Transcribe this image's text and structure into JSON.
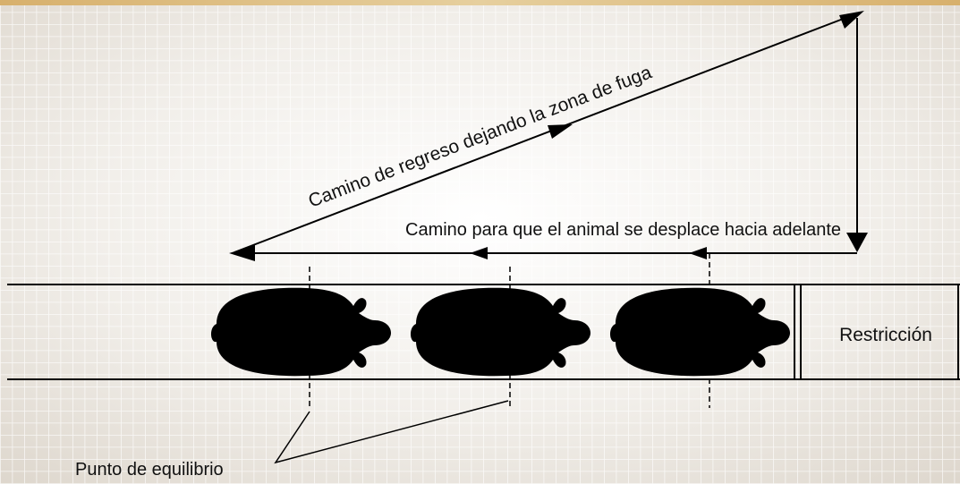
{
  "labels": {
    "return_path": "Camino de regreso dejando la zona de fuga",
    "forward_path": "Camino para que el animal se desplace hacia adelante",
    "restriction": "Restricción",
    "balance_point": "Punto de equilibrio"
  },
  "colors": {
    "background_center": "#ffffff",
    "background_edge": "#e4ded6",
    "frame_top": "#d8b67a",
    "grid": "#ffffff",
    "ink": "#000000"
  },
  "animals": [
    {
      "name": "animal-1"
    },
    {
      "name": "animal-2"
    },
    {
      "name": "animal-3"
    }
  ]
}
